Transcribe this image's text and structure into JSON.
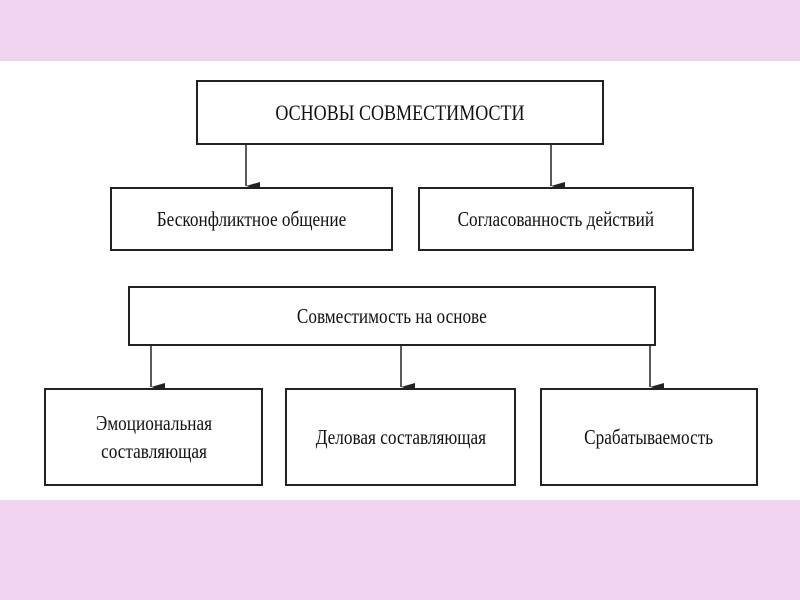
{
  "colors": {
    "band": "#f0d4f0",
    "border": "#222222"
  },
  "diagram": {
    "root": "ОСНОВЫ СОВМЕСТИМОСТИ",
    "level1": [
      "Бесконфликтное общение",
      "Согласованность действий"
    ],
    "group": "Совместимость на основе",
    "level2": [
      "Эмоциональная составляющая",
      "Деловая составляющая",
      "Срабатываемость"
    ]
  }
}
